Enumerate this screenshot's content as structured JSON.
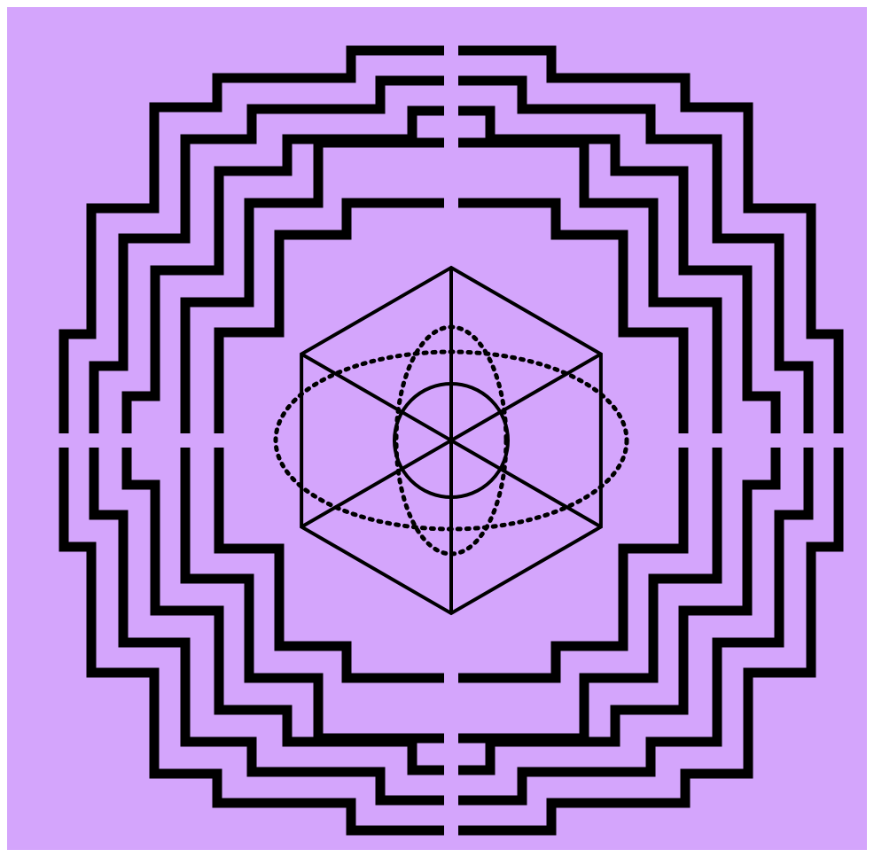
{
  "figure": {
    "background_color": "#d4a5fc",
    "frame_color": "#ffffff",
    "line_color": "#000000",
    "motif": "stepped-frames-mandala",
    "frame_count": 5,
    "center_figure": "hexagon-with-diagonals-and-dotted-ellipses"
  }
}
